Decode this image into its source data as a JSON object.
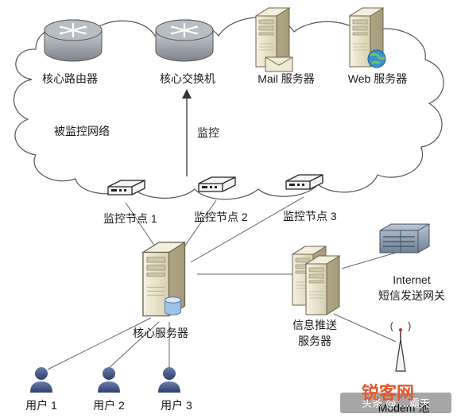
{
  "nodes": {
    "core_router": "核心路由器",
    "core_switch": "核心交换机",
    "mail_server": "Mail 服务器",
    "web_server": "Web 服务器",
    "monitored_network": "被监控网络",
    "monitor_label": "监控",
    "monitor_node_1": "监控节点 1",
    "monitor_node_2": "监控节点 2",
    "monitor_node_3": "监控节点 3",
    "core_server": "核心服务器",
    "push_server_line1": "信息推送",
    "push_server_line2": "服务器",
    "internet_line1": "Internet",
    "internet_line2": "短信发送网关",
    "modem_pool": "Modem 池",
    "user_1": "用户 1",
    "user_2": "用户 2",
    "user_3": "用户 3"
  },
  "watermark": {
    "brand": "锐客网",
    "source": "头条 @ ...霸天"
  },
  "colors": {
    "cloud_stroke": "#555555",
    "router_body": "#8f969c",
    "server_body": "#ece6cf",
    "accent_watermark": "#e4572e"
  }
}
